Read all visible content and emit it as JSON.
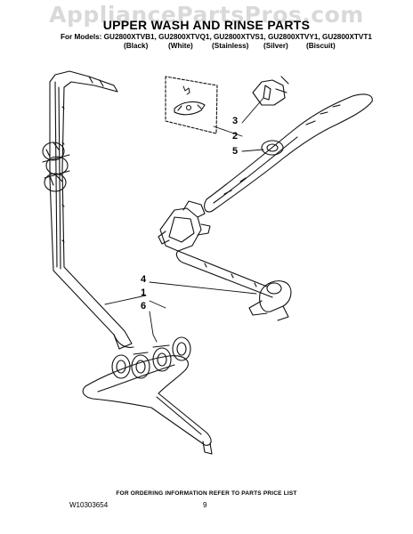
{
  "watermark": "AppliancePartsPros.com",
  "title": "UPPER WASH AND RINSE PARTS",
  "models_line": "For Models: GU2800XTVB1, GU2800XTVQ1, GU2800XTVS1, GU2800XTVY1, GU2800XTVT1",
  "colors": [
    "(Black)",
    "(White)",
    "(Stainless)",
    "(Silver)",
    "(Biscuit)"
  ],
  "callouts": {
    "c3": "3",
    "c2": "2",
    "c5": "5",
    "c4": "4",
    "c1": "1",
    "c6": "6"
  },
  "footer": {
    "order_note": "FOR ORDERING INFORMATION REFER TO PARTS PRICE LIST",
    "doc_number": "W10303654",
    "page_number": "9"
  }
}
